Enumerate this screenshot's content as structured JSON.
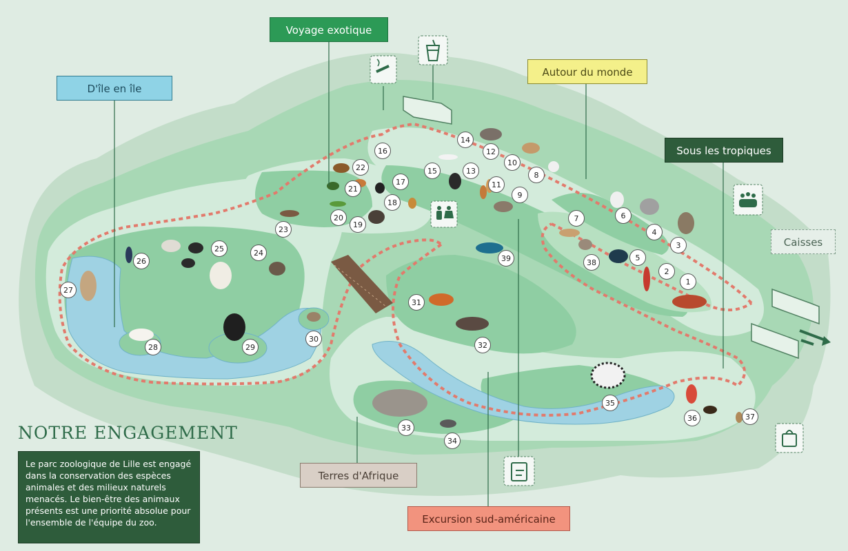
{
  "zones": {
    "voyage": "Voyage exotique",
    "ile": "D'île en île",
    "monde": "Autour du monde",
    "tropiques": "Sous les tropiques",
    "caisses": "Caisses",
    "afrique": "Terres d'Afrique",
    "sud": "Excursion sud-américaine"
  },
  "engagement": {
    "title": "NOTRE ENGAGEMENT",
    "text": "Le parc zoologique de Lille est engagé dans la conservation des espèces animales et des milieux naturels menacés. Le bien-être des animaux présents est une priorité absolue pour l'ensemble de l'équipe du zoo."
  },
  "enclosures": [
    "1",
    "2",
    "3",
    "4",
    "5",
    "6",
    "7",
    "8",
    "9",
    "10",
    "11",
    "12",
    "13",
    "14",
    "15",
    "16",
    "17",
    "18",
    "19",
    "20",
    "21",
    "22",
    "23",
    "24",
    "25",
    "26",
    "27",
    "28",
    "29",
    "30",
    "31",
    "32",
    "33",
    "34",
    "35",
    "36",
    "37",
    "38",
    "39"
  ],
  "icons": [
    "smoking-area-icon",
    "drink-icon",
    "toilets-icon",
    "meeting-point-icon",
    "info-clipboard-icon",
    "shop-bag-icon",
    "exit-arrow-icon"
  ],
  "colors": {
    "park": "#a8d8b5",
    "water": "#9fd2e3",
    "path": "#e1f0e6",
    "trail": "#e27a6c",
    "accent": "#2e6b49"
  }
}
